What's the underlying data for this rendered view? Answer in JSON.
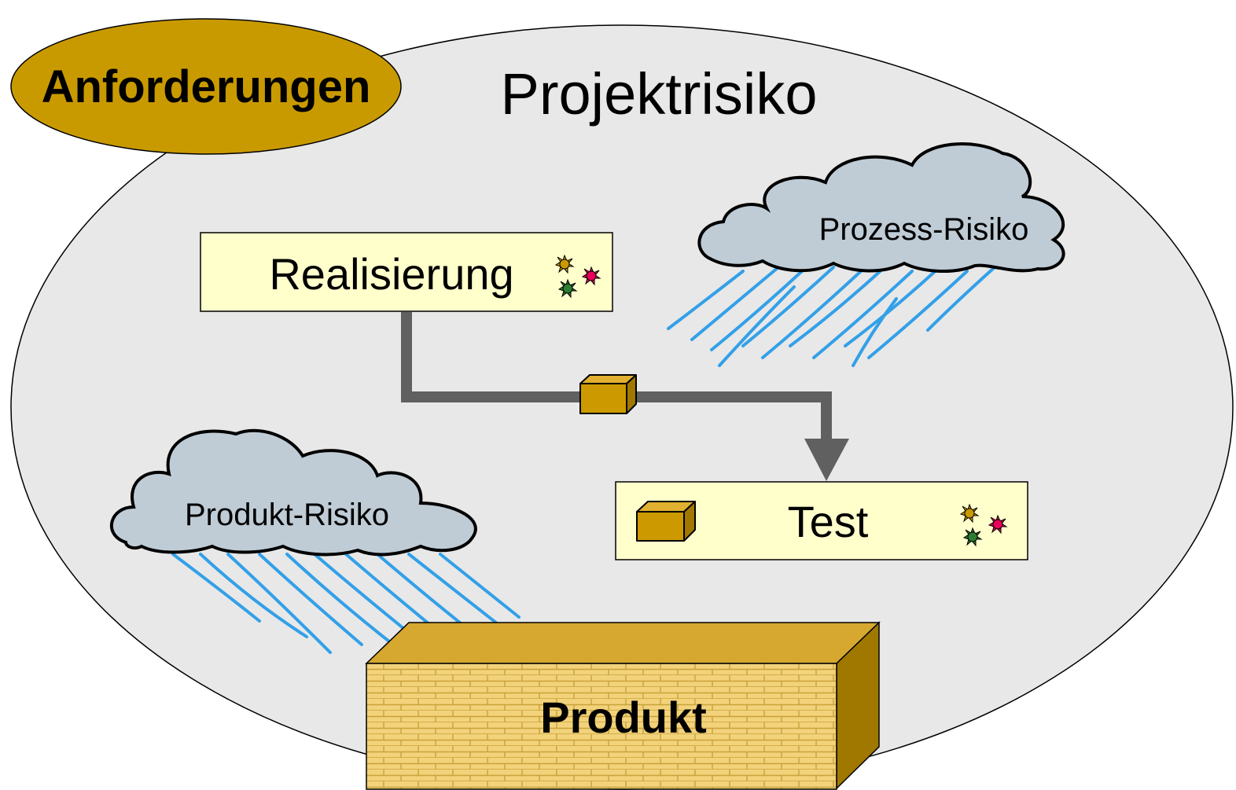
{
  "diagram": {
    "title": "Projektrisiko",
    "requirements_label": "Anforderungen",
    "realization_label": "Realisierung",
    "test_label": "Test",
    "product_label": "Produkt",
    "process_risk_label": "Prozess-Risiko",
    "product_risk_label": "Produkt-Risiko"
  },
  "colors": {
    "background_ellipse": "#e8e8e8",
    "requirements_fill": "#c99a00",
    "box_fill": "#ffffcc",
    "arrow": "#606060",
    "cloud_fill": "#bfccd6",
    "rain": "#33a0e8",
    "package_fill": "#cc9a00",
    "wall_front": "#f2d27a",
    "wall_brick_line": "#c9a23a",
    "wall_top": "#d6a830",
    "wall_side": "#a07800"
  },
  "icons": {
    "realization_bugs": "bug-cluster-icon",
    "test_bugs": "bug-cluster-icon",
    "package": "package-box-icon",
    "clouds": "rain-cloud-icon"
  }
}
